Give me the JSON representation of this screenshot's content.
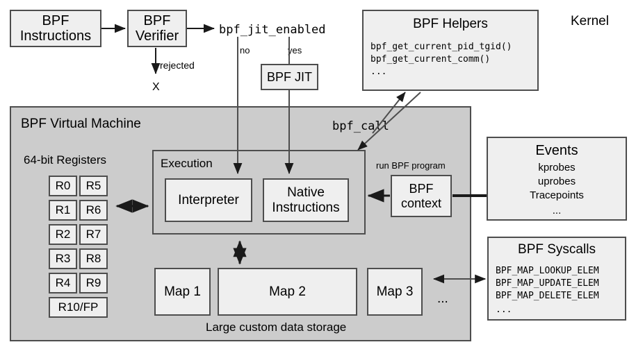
{
  "diagram": {
    "title": "BPF (eBPF) internals architecture",
    "kernel_label": "Kernel",
    "colors": {
      "box_fill": "#efefef",
      "container_fill": "#cccccc",
      "stroke": "#4d4d4d",
      "arrow": "#1a1a1a"
    }
  },
  "pipeline": {
    "instructions": "BPF\nInstructions",
    "instructions_line1": "BPF",
    "instructions_line2": "Instructions",
    "verifier_line1": "BPF",
    "verifier_line2": "Verifier",
    "rejected_label": "rejected",
    "rejected_mark": "X",
    "jit_enabled_var": "bpf_jit_enabled",
    "branch_no": "no",
    "branch_yes": "yes",
    "jit_label": "BPF JIT"
  },
  "helpers": {
    "title": "BPF Helpers",
    "functions": [
      "bpf_get_current_pid_tgid()",
      "bpf_get_current_comm()",
      "..."
    ],
    "call_label": "bpf_call"
  },
  "vm": {
    "title": "BPF Virtual Machine",
    "registers_label": "64-bit Registers",
    "registers": [
      "R0",
      "R5",
      "R1",
      "R6",
      "R2",
      "R7",
      "R3",
      "R8",
      "R4",
      "R9"
    ],
    "register_wide": "R10/FP",
    "execution": {
      "title": "Execution",
      "interpreter": "Interpreter",
      "native_line1": "Native",
      "native_line2": "Instructions"
    },
    "storage_label": "Large custom data storage",
    "maps": [
      "Map 1",
      "Map 2",
      "Map 3"
    ],
    "maps_ellipsis": "..."
  },
  "context": {
    "run_label": "run BPF program",
    "box_line1": "BPF",
    "box_line2": "context"
  },
  "events": {
    "title": "Events",
    "items": [
      "kprobes",
      "uprobes",
      "Tracepoints",
      "..."
    ]
  },
  "syscalls": {
    "title": "BPF Syscalls",
    "items": [
      "BPF_MAP_LOOKUP_ELEM",
      "BPF_MAP_UPDATE_ELEM",
      "BPF_MAP_DELETE_ELEM",
      "..."
    ]
  }
}
